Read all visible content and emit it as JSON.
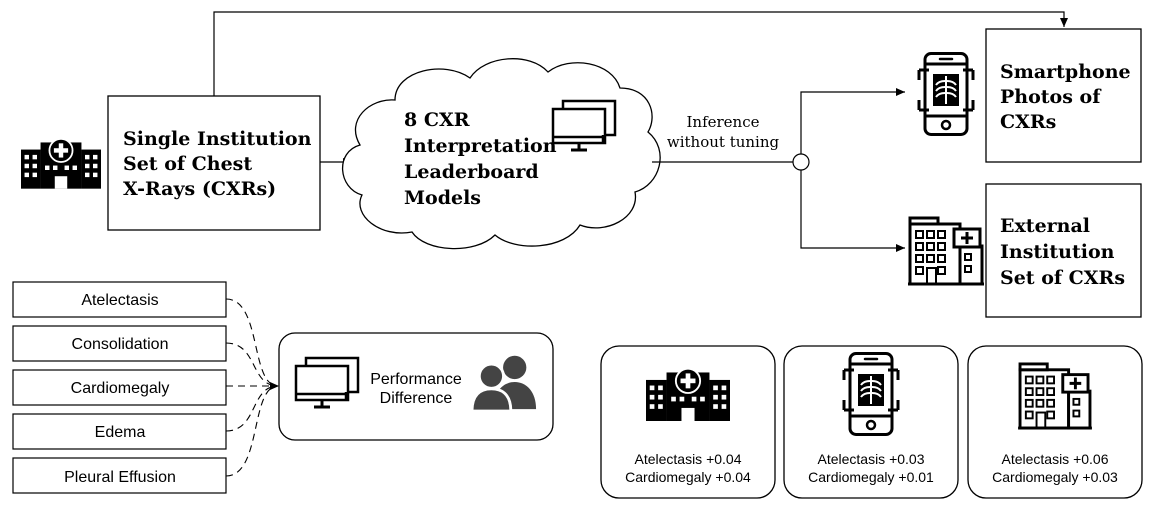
{
  "source": {
    "lines": [
      "Single Institution",
      "Set of Chest",
      "X-Rays (CXRs)"
    ],
    "icon": "hospital-icon"
  },
  "models": {
    "lines": [
      "8 CXR",
      "Interpretation",
      "Leaderboard",
      "Models"
    ],
    "icon": "monitors-icon"
  },
  "inference": {
    "lines": [
      "Inference",
      "without tuning"
    ]
  },
  "targets": [
    {
      "lines": [
        "Smartphone",
        "Photos of",
        "CXRs"
      ],
      "icon": "smartphone-xray-icon"
    },
    {
      "lines": [
        "External",
        "Institution",
        "Set of CXRs"
      ],
      "icon": "building-icon"
    }
  ],
  "pathologies": [
    "Atelectasis",
    "Consolidation",
    "Cardiomegaly",
    "Edema",
    "Pleural Effusion"
  ],
  "comparison": {
    "lines": [
      "Performance",
      "Difference"
    ],
    "icons": [
      "monitors-icon",
      "people-icon"
    ]
  },
  "results": [
    {
      "icon": "hospital-icon",
      "lines": [
        "Atelectasis +0.04",
        "Cardiomegaly +0.04"
      ]
    },
    {
      "icon": "smartphone-xray-icon",
      "lines": [
        "Atelectasis +0.03",
        "Cardiomegaly +0.01"
      ]
    },
    {
      "icon": "building-icon",
      "lines": [
        "Atelectasis +0.06",
        "Cardiomegaly +0.03"
      ]
    }
  ],
  "colors": {
    "stroke": "#000000",
    "fill": "#ffffff"
  }
}
